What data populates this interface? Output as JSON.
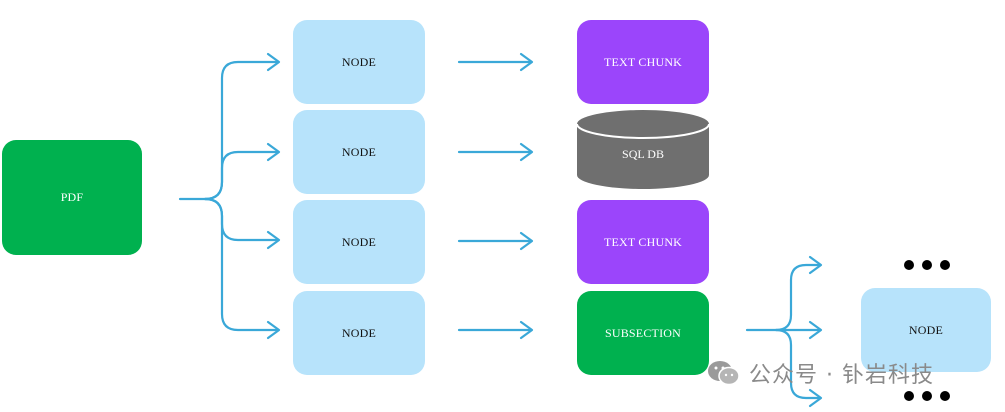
{
  "pdf_label": "PDF",
  "nodes": [
    "NODE",
    "NODE",
    "NODE",
    "NODE"
  ],
  "outputs": {
    "text_chunk_1": "TEXT CHUNK",
    "sql_db": "SQL DB",
    "text_chunk_2": "TEXT CHUNK",
    "subsection": "SUBSECTION"
  },
  "child_node": "NODE",
  "watermark": "公众号 · 钋岩科技",
  "colors": {
    "pdf": "#00b14f",
    "node": "#b7e3fb",
    "text_chunk": "#9b45fb",
    "sql_db": "#6f6f6f",
    "subsection": "#00b14f",
    "arrow": "#3aa8d8"
  }
}
